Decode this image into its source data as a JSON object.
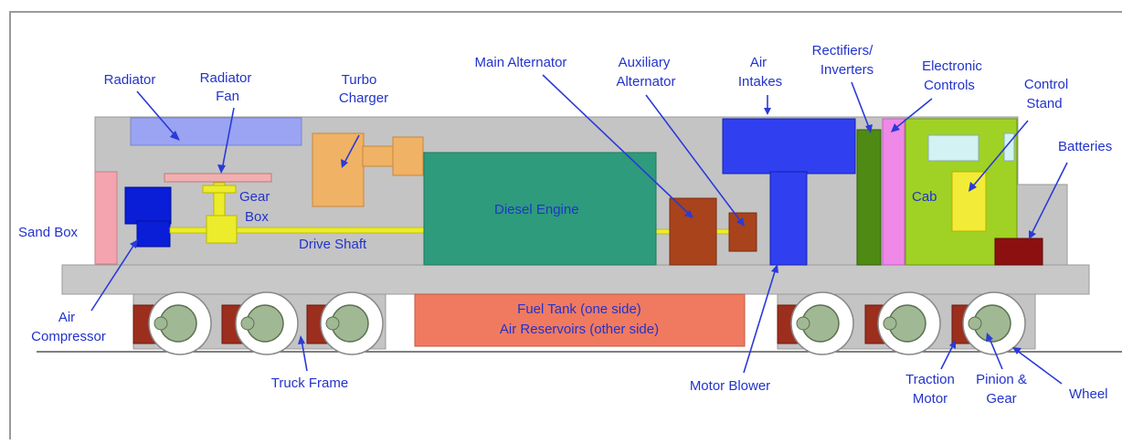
{
  "colors": {
    "label_text": "#2233cc",
    "pointer": "#2a3ad8",
    "body": "#c4c4c4",
    "outline": "#9a9a9a",
    "engine": "#2e9b7c",
    "fuel_tank": "#f07a60",
    "cab": "#9fd224",
    "motor": "#a8431c",
    "shaft": "#ecec2c"
  },
  "labels": {
    "radiator": "Radiator",
    "radiator_fan_1": "Radiator",
    "radiator_fan_2": "Fan",
    "turbo_1": "Turbo",
    "turbo_2": "Charger",
    "main_alternator": "Main Alternator",
    "aux_alt_1": "Auxiliary",
    "aux_alt_2": "Alternator",
    "air_intakes_1": "Air",
    "air_intakes_2": "Intakes",
    "rectifiers_1": "Rectifiers/",
    "rectifiers_2": "Inverters",
    "electronic_1": "Electronic",
    "electronic_2": "Controls",
    "control_stand_1": "Control",
    "control_stand_2": "Stand",
    "batteries": "Batteries",
    "sand_box": "Sand Box",
    "gear_box_1": "Gear",
    "gear_box_2": "Box",
    "diesel_engine": "Diesel Engine",
    "drive_shaft": "Drive Shaft",
    "cab": "Cab",
    "air_compressor_1": "Air",
    "air_compressor_2": "Compressor",
    "fuel_tank_1": "Fuel Tank (one side)",
    "fuel_tank_2": "Air Reservoirs (other side)",
    "truck_frame": "Truck Frame",
    "motor_blower": "Motor Blower",
    "traction_motor_1": "Traction",
    "traction_motor_2": "Motor",
    "pinion_1": "Pinion &",
    "pinion_2": "Gear",
    "wheel": "Wheel"
  }
}
